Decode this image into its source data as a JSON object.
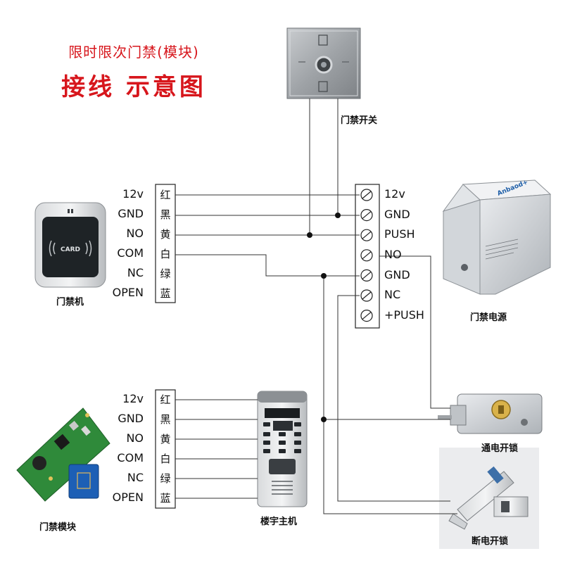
{
  "title": {
    "line1": "限时限次门禁(模块)",
    "line2": "接线 示意图"
  },
  "devices": {
    "exit_button": "门禁开关",
    "card_reader": "门禁机",
    "power_supply": "门禁电源",
    "electric_lock": "通电开锁",
    "module": "门禁模块",
    "intercom": "楼宇主机",
    "power_off_lock": "断电开锁"
  },
  "reader_terminals": [
    {
      "signal": "12v",
      "color": "红"
    },
    {
      "signal": "GND",
      "color": "黑"
    },
    {
      "signal": "NO",
      "color": "黄"
    },
    {
      "signal": "COM",
      "color": "白"
    },
    {
      "signal": "NC",
      "color": "绿"
    },
    {
      "signal": "OPEN",
      "color": "蓝"
    }
  ],
  "module_terminals": [
    {
      "signal": "12v",
      "color": "红"
    },
    {
      "signal": "GND",
      "color": "黑"
    },
    {
      "signal": "NO",
      "color": "黄"
    },
    {
      "signal": "COM",
      "color": "白"
    },
    {
      "signal": "NC",
      "color": "绿"
    },
    {
      "signal": "OPEN",
      "color": "蓝"
    }
  ],
  "power_terminals": [
    "12v",
    "GND",
    "PUSH",
    "NO",
    "GND",
    "NC",
    "+PUSH"
  ],
  "device_text": {
    "card_label": "CARD",
    "power_brand": "Anbaod+"
  }
}
